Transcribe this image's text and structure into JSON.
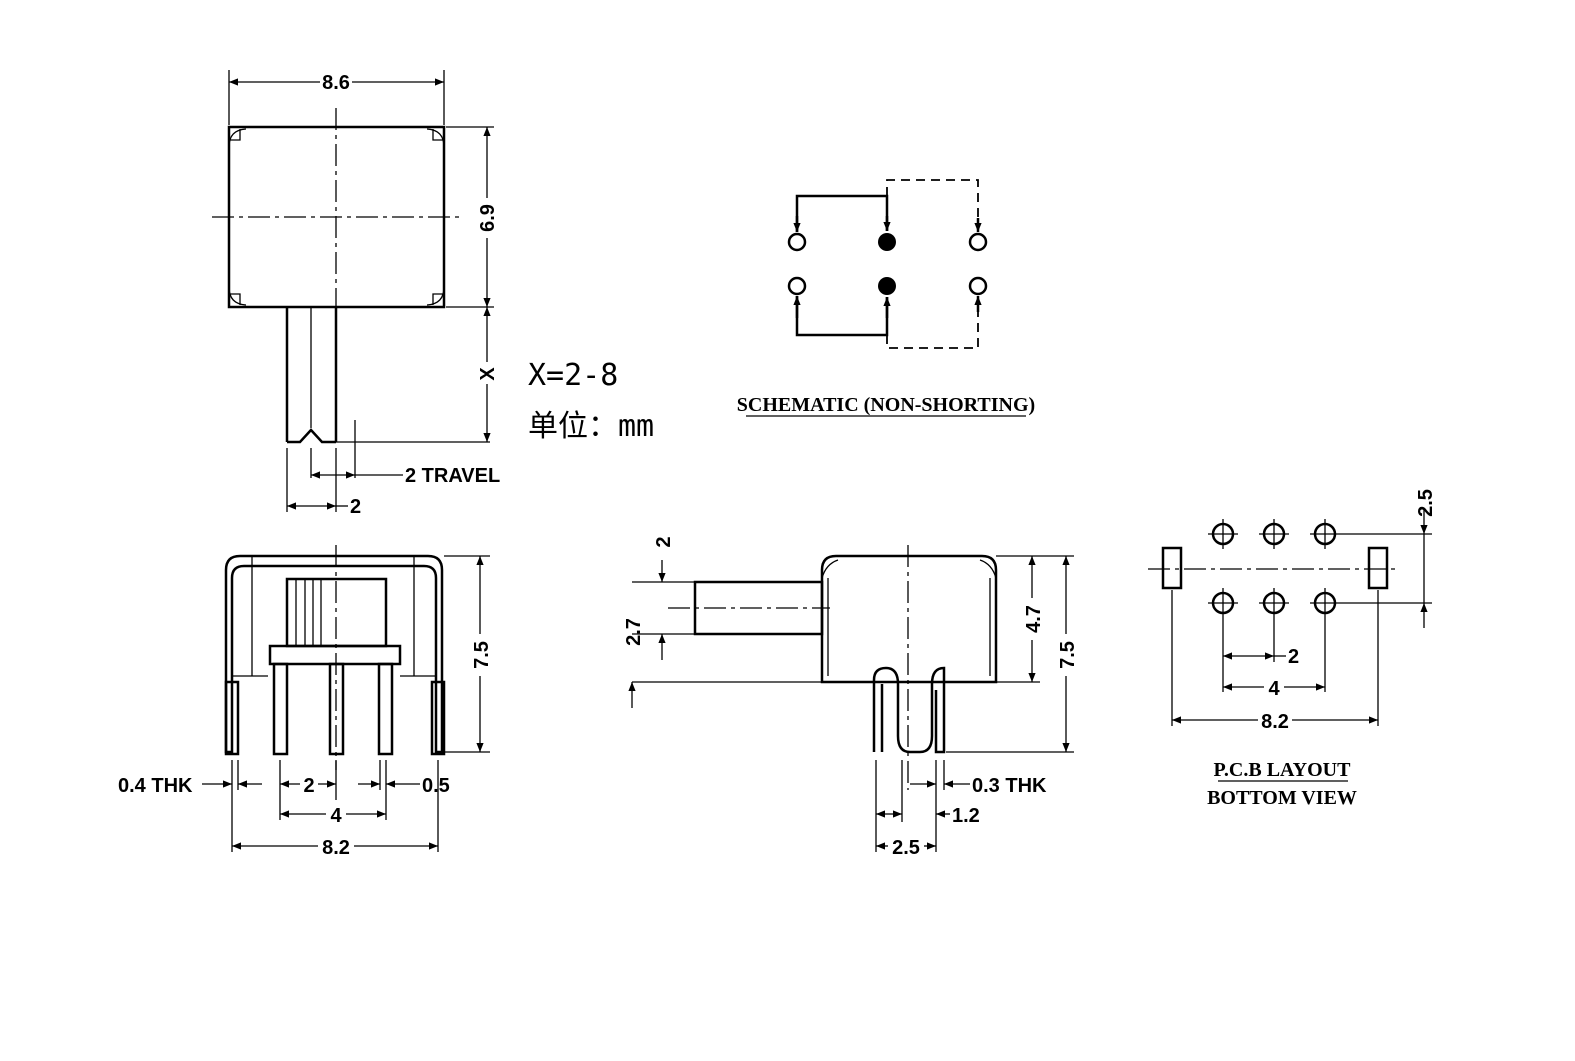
{
  "top_view": {
    "width_dim": "8.6",
    "height_dim": "6.9",
    "actuator_dim": "X",
    "actuator_width_dim": "2",
    "travel_label": "2 TRAVEL"
  },
  "notes": {
    "x_range": "X=2-8",
    "unit_label": "单位：mm"
  },
  "schematic": {
    "caption": "SCHEMATIC (NON-SHORTING)"
  },
  "front_view": {
    "height_dim": "7.5",
    "pin_thickness": "0.4 THK",
    "pin_pitch": "2",
    "pin_span": "4",
    "pin_width": "0.5",
    "overall_width": "8.2"
  },
  "side_view": {
    "actuator_offset": "2",
    "actuator_height": "2.7",
    "body_height": "4.7",
    "total_height": "7.5",
    "pin_thickness": "0.3 THK",
    "pin_width": "1.2",
    "pin_span": "2.5"
  },
  "pcb_layout": {
    "row_spacing": "2.5",
    "pitch": "2",
    "span": "4",
    "overall": "8.2",
    "caption_line1": "P.C.B LAYOUT",
    "caption_line2": "BOTTOM VIEW"
  }
}
